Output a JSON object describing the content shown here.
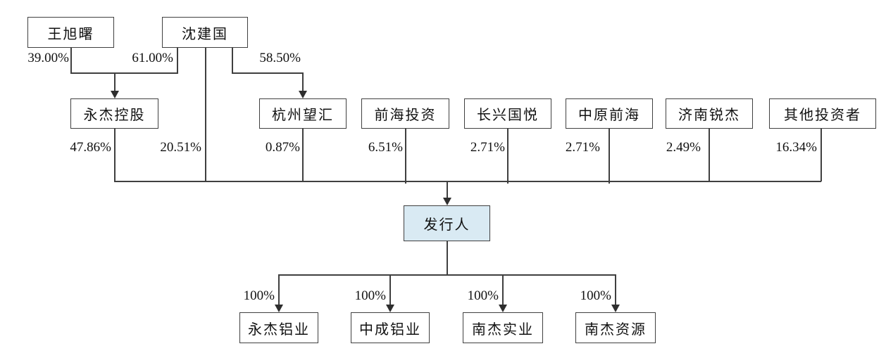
{
  "palette": {
    "line_color": "#3f3f3f",
    "box_border_color": "#404040",
    "text_color": "#111111",
    "issuer_fill": "#d9eaf3",
    "background": "#ffffff"
  },
  "nodes": {
    "wang_xushu": "王旭曙",
    "shen_jianguo": "沈建国",
    "yongjie_holding": "永杰控股",
    "hangzhou_wanghui": "杭州望汇",
    "qianhai_investment": "前海投资",
    "changxing_guoyue": "长兴国悦",
    "zhongyuan_qianhai": "中原前海",
    "jinan_ruijie": "济南锐杰",
    "other_investors": "其他投资者",
    "issuer": "发行人",
    "yongjie_aluminum": "永杰铝业",
    "zhongcheng_aluminum": "中成铝业",
    "nanjie_industrial": "南杰实业",
    "nanjie_resources": "南杰资源"
  },
  "edge_labels": {
    "wang_to_holding": "39.00%",
    "shen_to_holding": "61.00%",
    "shen_to_wanghui": "58.50%",
    "holding_to_issuer": "47.86%",
    "shen_to_issuer": "20.51%",
    "wanghui_to_issuer": "0.87%",
    "qianhai_to_issuer": "6.51%",
    "changxing_to_issuer": "2.71%",
    "zhongyuan_to_issuer": "2.71%",
    "jinan_to_issuer": "2.49%",
    "others_to_issuer": "16.34%",
    "issuer_to_yongjie_aluminum": "100%",
    "issuer_to_zhongcheng_aluminum": "100%",
    "issuer_to_nanjie_industrial": "100%",
    "issuer_to_nanjie_resources": "100%"
  }
}
